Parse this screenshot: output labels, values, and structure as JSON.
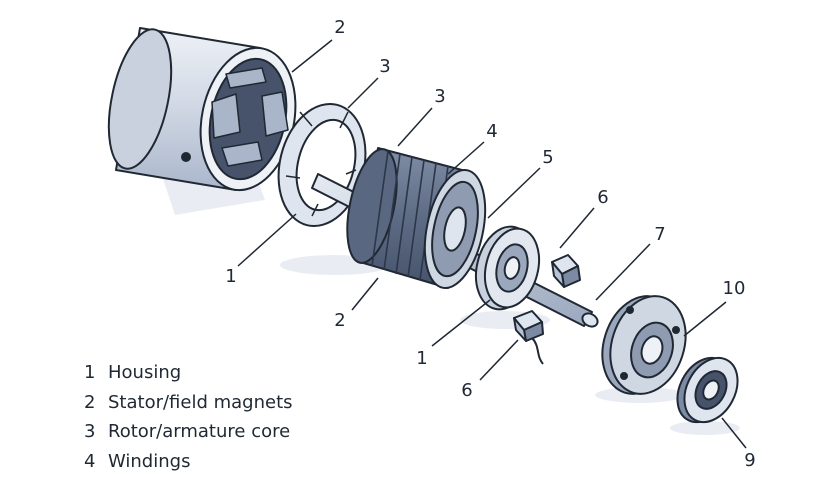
{
  "colors": {
    "metal_light": "#dfe5ef",
    "metal_mid": "#b6c2d6",
    "metal_dark": "#7c8aa3",
    "deep": "#3d4a60",
    "outline": "#1f2833",
    "shadow": "#e4e8ef"
  },
  "callouts": [
    {
      "id": "housing-top",
      "label": "2"
    },
    {
      "id": "magnet-ring-top",
      "label": "3"
    },
    {
      "id": "rotor-top",
      "label": "3"
    },
    {
      "id": "winding-top",
      "label": "4"
    },
    {
      "id": "bearing-top",
      "label": "5"
    },
    {
      "id": "brush-top",
      "label": "6"
    },
    {
      "id": "shaft-tip",
      "label": "7"
    },
    {
      "id": "end-plate",
      "label": "10"
    },
    {
      "id": "housing-left",
      "label": "1"
    },
    {
      "id": "rotor-bottom",
      "label": "2"
    },
    {
      "id": "bearing-bottom",
      "label": "1"
    },
    {
      "id": "brush-bottom",
      "label": "6"
    },
    {
      "id": "small-bearing",
      "label": "9"
    }
  ],
  "legend": [
    {
      "num": "1",
      "text": "Housing"
    },
    {
      "num": "2",
      "text": "Stator/field magnets"
    },
    {
      "num": "3",
      "text": "Rotor/armature core"
    },
    {
      "num": "4",
      "text": "Windings"
    }
  ]
}
